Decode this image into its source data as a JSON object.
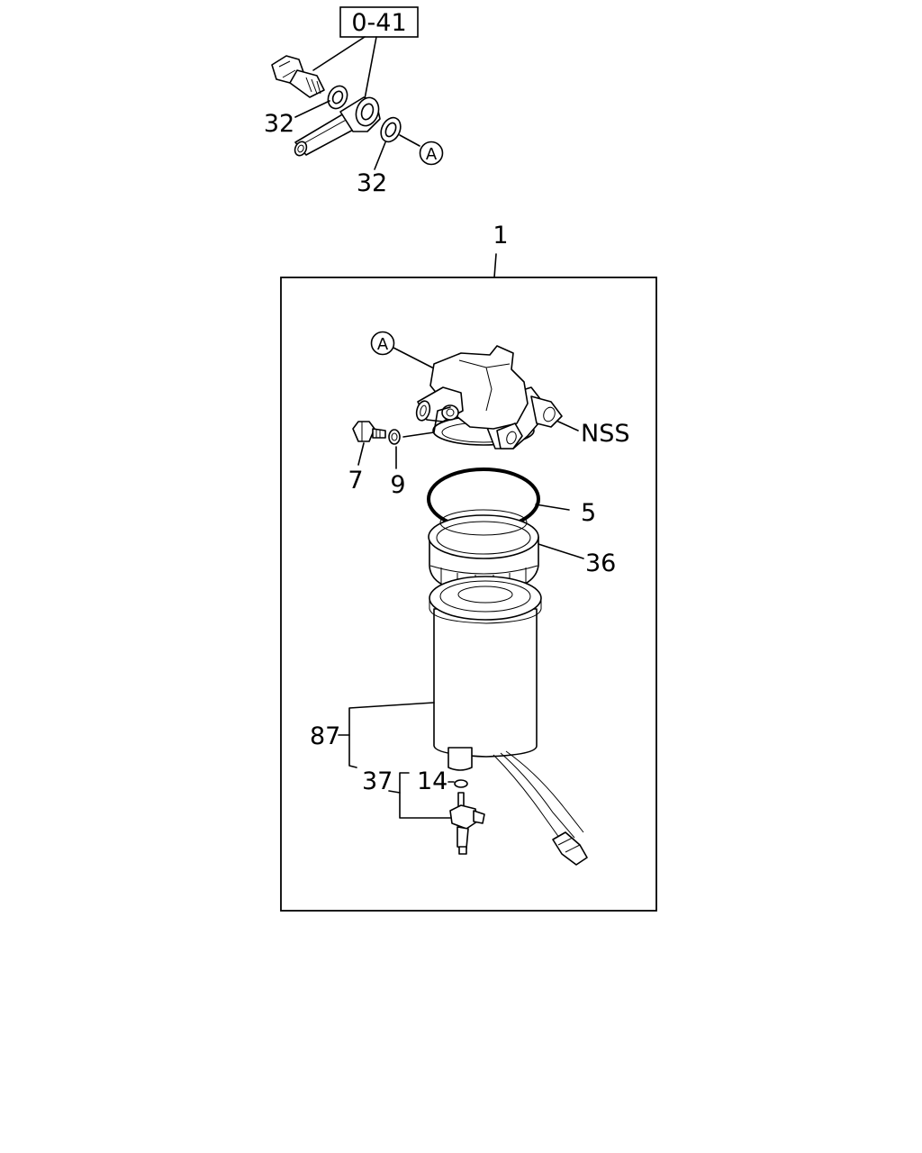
{
  "diagram": {
    "ref_box": "0-41",
    "callout_a_top": "A",
    "callout_a_head": "A",
    "labels": {
      "washer_32_upper": "32",
      "washer_32_lower": "32",
      "assembly_1": "1",
      "nss": "NSS",
      "bolt_7": "7",
      "washer_9": "9",
      "o_ring_5": "5",
      "ring_nut_36": "36",
      "element_87": "87",
      "sensor_37": "37",
      "o_ring_14": "14"
    }
  }
}
